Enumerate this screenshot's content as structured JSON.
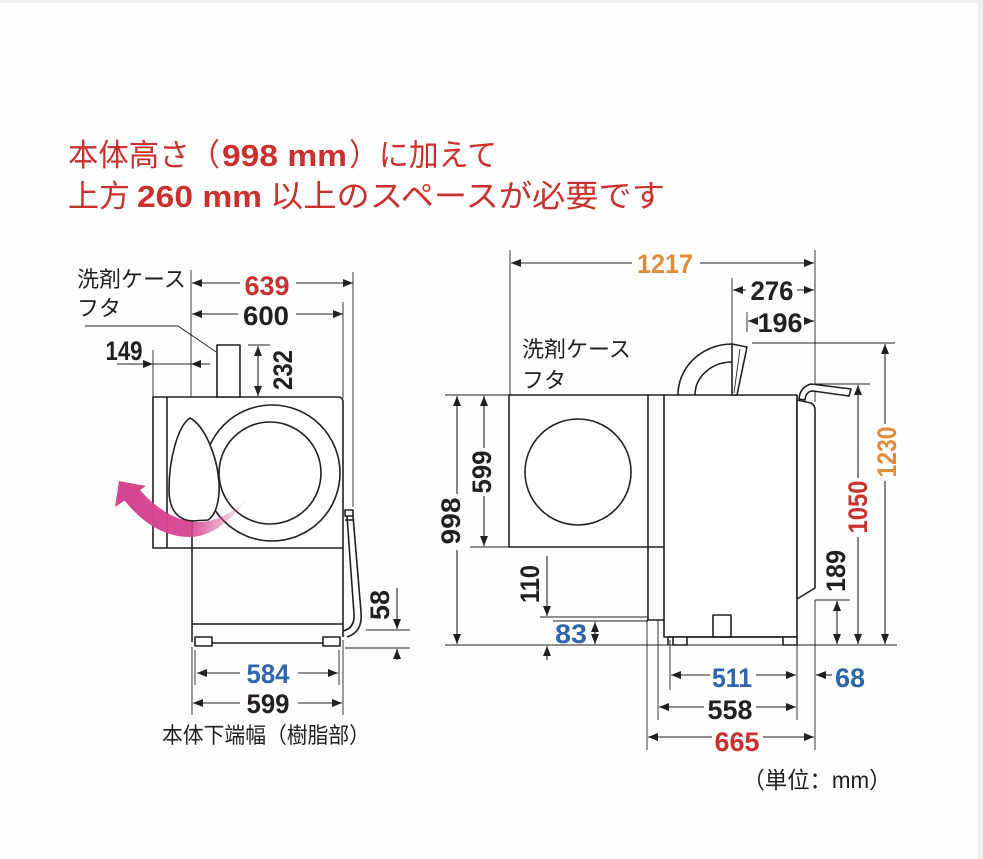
{
  "header": {
    "line1": {
      "prefix": "本体高さ（",
      "value": "998 mm",
      "suffix": "）に加えて"
    },
    "line2": {
      "prefix": "上方",
      "value": "260 mm",
      "suffix": "以上のスペースが必要です"
    }
  },
  "front_view": {
    "callout": {
      "line1": "洗剤ケース",
      "line2": "フタ"
    },
    "dimensions": {
      "overall_width": "639",
      "body_width": "600",
      "lid_offset": "149",
      "lid_height": "232",
      "hose_outlet_height": "58",
      "base_inner_width": "584",
      "base_outer_width": "599"
    },
    "base_label": "本体下端幅（樹脂部）"
  },
  "side_view": {
    "callout": {
      "line1": "洗剤ケース",
      "line2": "フタ"
    },
    "dimensions": {
      "total_depth_lid_open": "1217",
      "lid_rear_offset": "276",
      "lid_rear_offset_inner": "196",
      "body_height": "998",
      "front_panel_height": "599",
      "strip_bottom_height": "110",
      "base_height": "83",
      "rear_panel_bottom_height": "189",
      "height_to_hose": "1050",
      "height_lid_open": "1230",
      "base_depth": "511",
      "rear_offset": "68",
      "base_outer_depth": "558",
      "body_depth": "665"
    }
  },
  "unit_label": "（単位：mm）",
  "colors": {
    "red": "#c8312d",
    "orange": "#e08c3d",
    "blue": "#2e66ad",
    "line": "#231f20",
    "door_arrow": "#d64590"
  }
}
